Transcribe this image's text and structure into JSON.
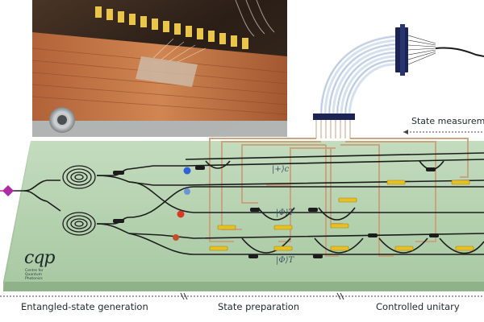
{
  "labels": {
    "measurement": "State measurem",
    "generation": "Entangled-state generation",
    "preparation": "State preparation",
    "unitary": "Controlled unitary",
    "logo": "cqp",
    "logo_sub": "Centre for Quantum Photonics",
    "ket_plus": "|+⟩c",
    "ket_phi1": "|Φ⟩T",
    "ket_phi2": "|Φ⟩T"
  },
  "colors": {
    "chip": "#b5d1b0",
    "chip_side": "#8fb28b",
    "waveguide": "#1c1c1c",
    "electrode": "#c9a27c",
    "heater": "#e6c024",
    "pump": "#b02aa8",
    "photon_blue": "#2f62d8",
    "photon_light_blue": "#6d93d6",
    "photon_red": "#d63a24",
    "photon_dark_red": "#c0502b",
    "fibre_array": "#1b2452",
    "fibre": "#cad7ea"
  },
  "photo": {
    "icon": "chip-photograph"
  }
}
